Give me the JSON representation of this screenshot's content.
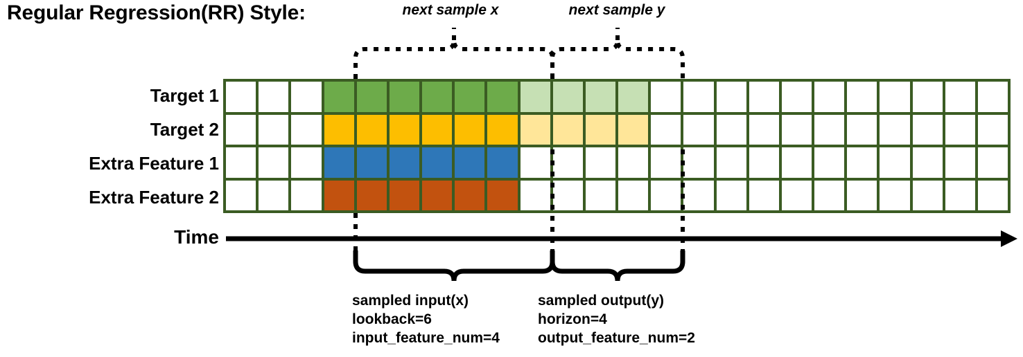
{
  "title": "Regular Regression(RR) Style:",
  "rows": [
    {
      "label": "Target 1",
      "name": "target-1"
    },
    {
      "label": "Target 2",
      "name": "target-2"
    },
    {
      "label": "Extra Feature 1",
      "name": "extra-feature-1"
    },
    {
      "label": "Extra Feature 2",
      "name": "extra-feature-2"
    }
  ],
  "grid": {
    "total_columns": 24,
    "leading_empty_columns": 3,
    "lookback_columns": 6,
    "horizon_columns": 4,
    "trailing_empty_columns": 11,
    "cells": [
      [
        "empty",
        "empty",
        "empty",
        "green",
        "green",
        "green",
        "green",
        "green",
        "green",
        "green-pale",
        "green-pale",
        "green-pale",
        "green-pale",
        "empty",
        "empty",
        "empty",
        "empty",
        "empty",
        "empty",
        "empty",
        "empty",
        "empty",
        "empty",
        "empty"
      ],
      [
        "empty",
        "empty",
        "empty",
        "yellow",
        "yellow",
        "yellow",
        "yellow",
        "yellow",
        "yellow",
        "yellow-pale",
        "yellow-pale",
        "yellow-pale",
        "yellow-pale",
        "empty",
        "empty",
        "empty",
        "empty",
        "empty",
        "empty",
        "empty",
        "empty",
        "empty",
        "empty",
        "empty"
      ],
      [
        "empty",
        "empty",
        "empty",
        "blue",
        "blue",
        "blue",
        "blue",
        "blue",
        "blue",
        "empty",
        "empty",
        "empty",
        "empty",
        "empty",
        "empty",
        "empty",
        "empty",
        "empty",
        "empty",
        "empty",
        "empty",
        "empty",
        "empty",
        "empty"
      ],
      [
        "empty",
        "empty",
        "empty",
        "orange",
        "orange",
        "orange",
        "orange",
        "orange",
        "orange",
        "empty",
        "empty",
        "empty",
        "empty",
        "empty",
        "empty",
        "empty",
        "empty",
        "empty",
        "empty",
        "empty",
        "empty",
        "empty",
        "empty",
        "empty"
      ]
    ]
  },
  "colors": {
    "grid_border": "#3B5C23",
    "empty": "#FFFFFF",
    "green": "#6DAB4A",
    "green-pale": "#C6E0B4",
    "yellow": "#FDBE00",
    "yellow-pale": "#FFE699",
    "blue": "#2E77B8",
    "orange": "#C2520F",
    "line": "#000000"
  },
  "top_braces": [
    {
      "label": "next sample x",
      "name": "next-sample-x"
    },
    {
      "label": "next sample y",
      "name": "next-sample-y"
    }
  ],
  "time_axis": {
    "label": "Time"
  },
  "bottom_annotations": [
    {
      "name": "sampled-input",
      "lines": [
        "sampled input(x)",
        "lookback=6",
        "input_feature_num=4"
      ]
    },
    {
      "name": "sampled-output",
      "lines": [
        "sampled output(y)",
        "horizon=4",
        "output_feature_num=2"
      ]
    }
  ]
}
